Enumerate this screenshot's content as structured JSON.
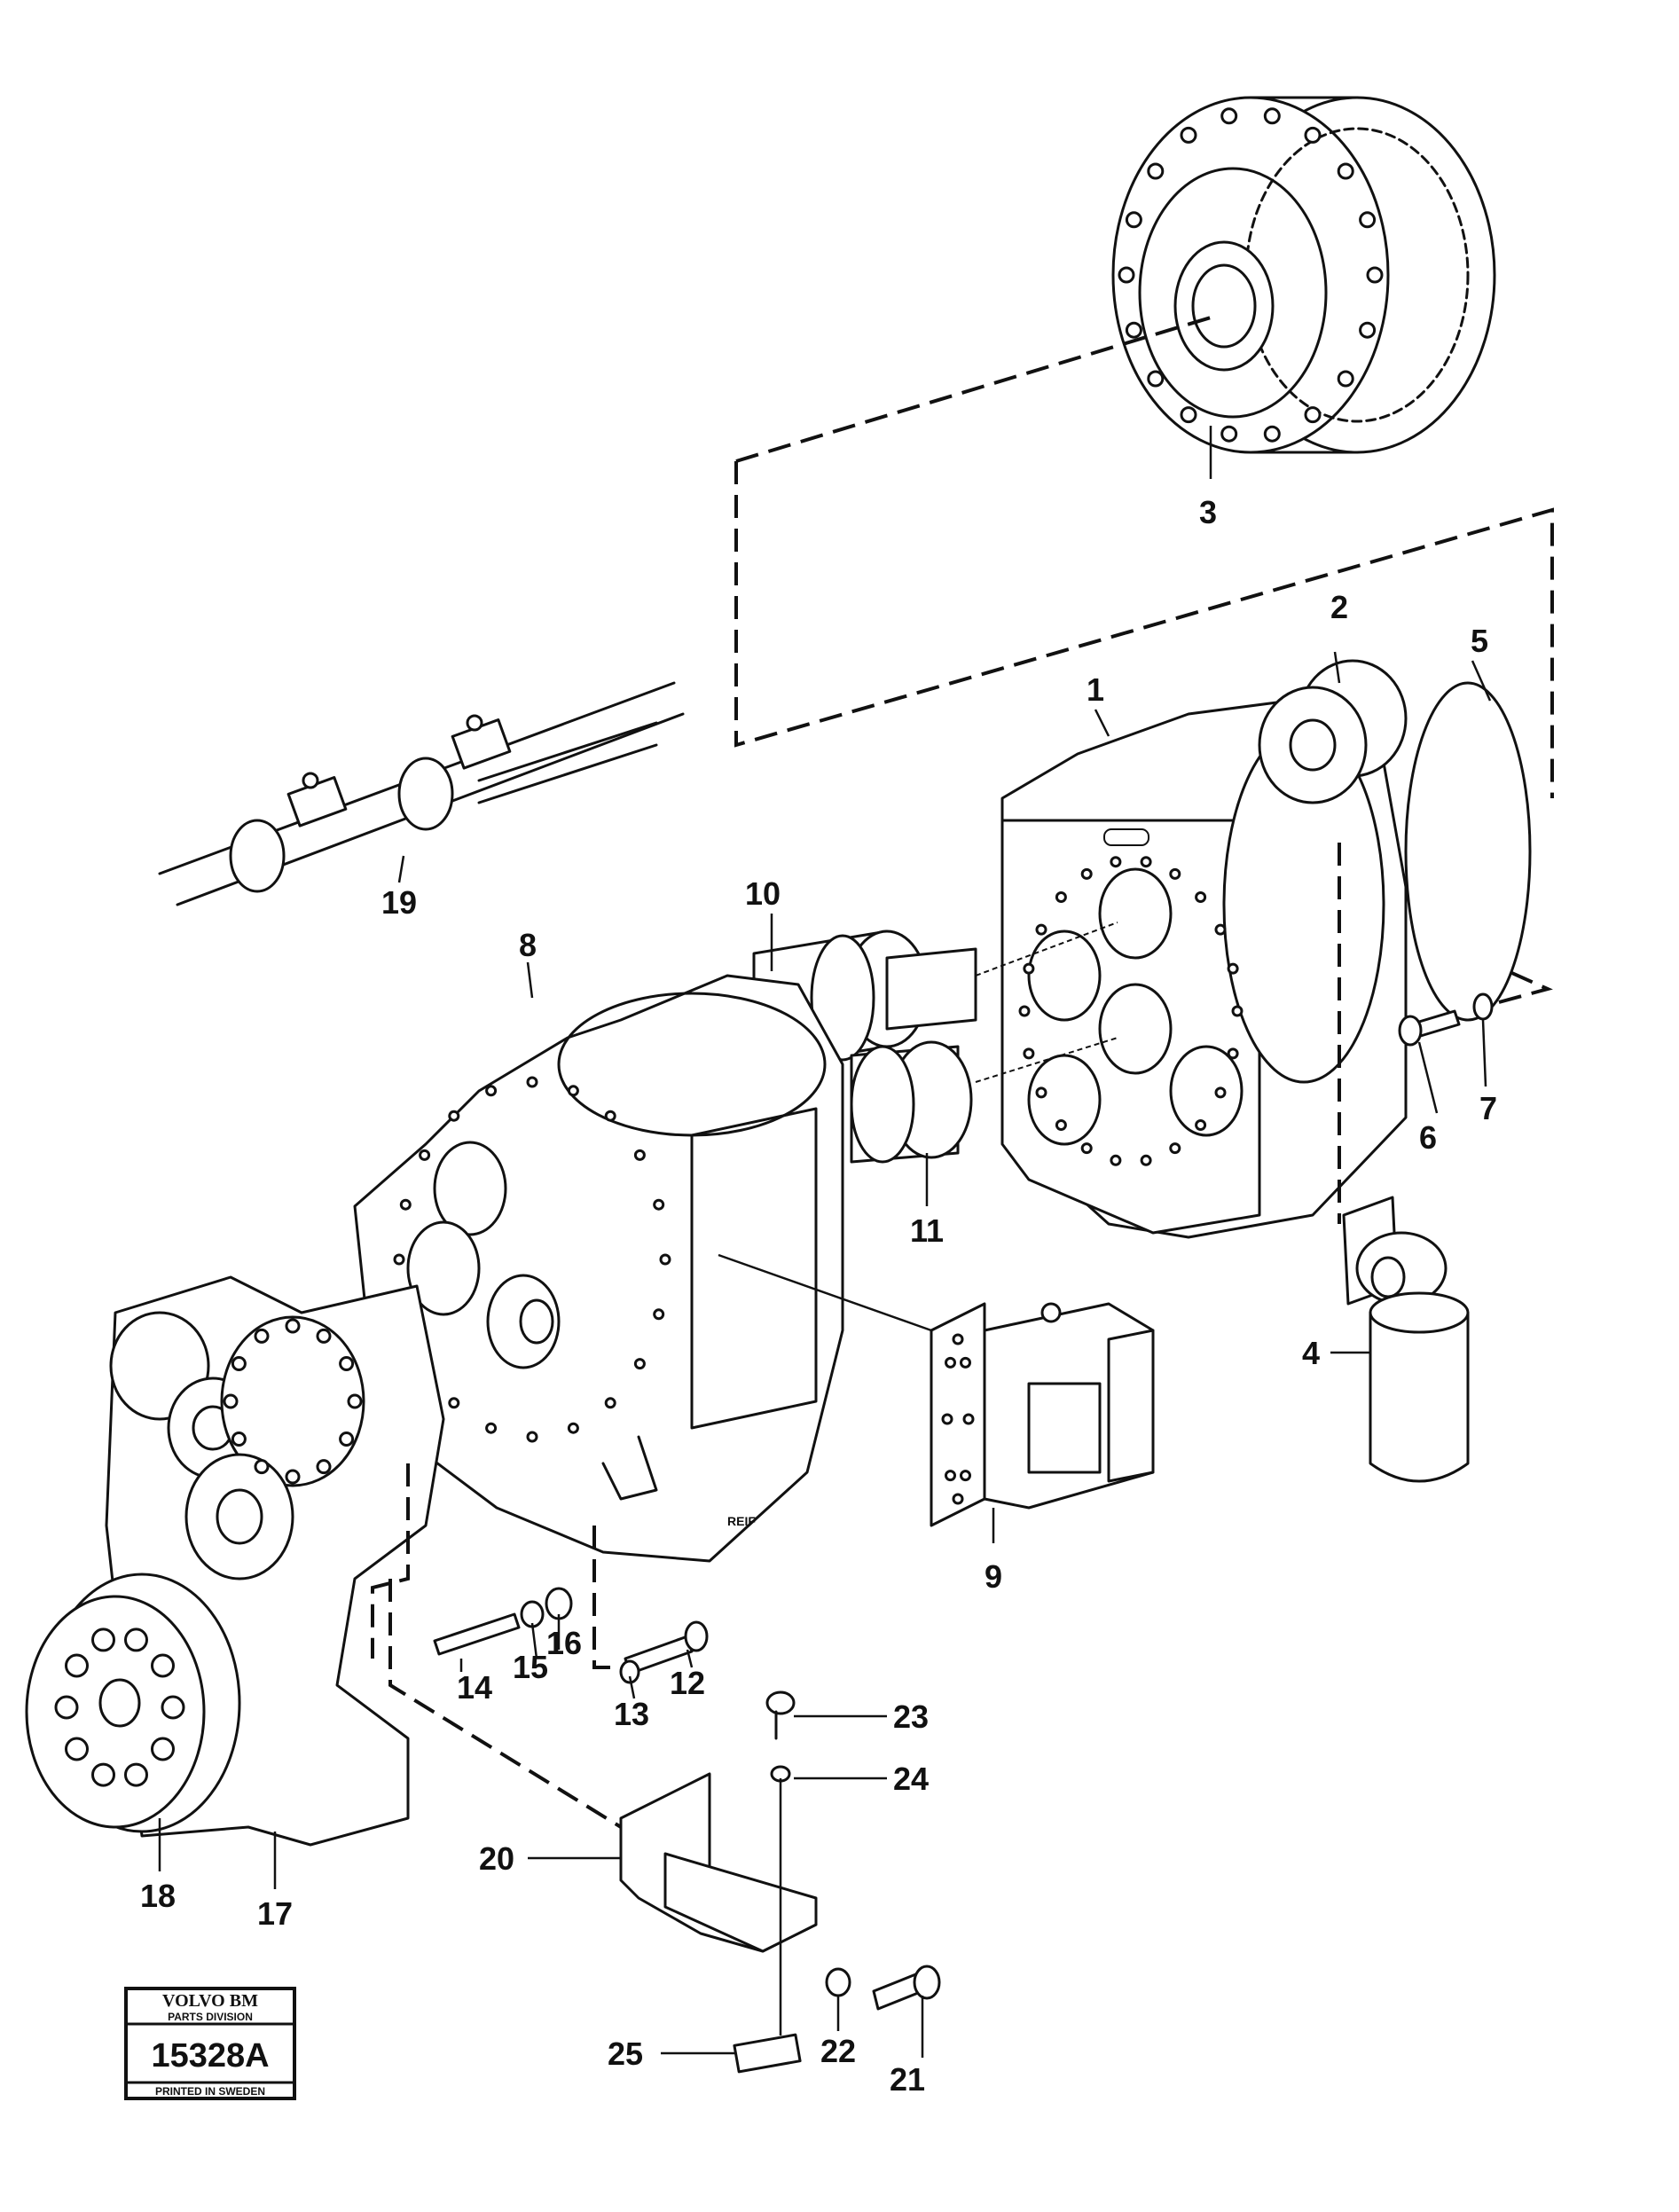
{
  "callouts": [
    {
      "id": "1",
      "label": "1"
    },
    {
      "id": "2",
      "label": "2"
    },
    {
      "id": "3",
      "label": "3"
    },
    {
      "id": "4",
      "label": "4"
    },
    {
      "id": "5",
      "label": "5"
    },
    {
      "id": "6",
      "label": "6"
    },
    {
      "id": "7",
      "label": "7"
    },
    {
      "id": "8",
      "label": "8"
    },
    {
      "id": "9",
      "label": "9"
    },
    {
      "id": "10",
      "label": "10"
    },
    {
      "id": "11",
      "label": "11"
    },
    {
      "id": "12",
      "label": "12"
    },
    {
      "id": "13",
      "label": "13"
    },
    {
      "id": "14",
      "label": "14"
    },
    {
      "id": "15",
      "label": "15"
    },
    {
      "id": "16",
      "label": "16"
    },
    {
      "id": "17",
      "label": "17"
    },
    {
      "id": "18",
      "label": "18"
    },
    {
      "id": "19",
      "label": "19"
    },
    {
      "id": "20",
      "label": "20"
    },
    {
      "id": "21",
      "label": "21"
    },
    {
      "id": "22",
      "label": "22"
    },
    {
      "id": "23",
      "label": "23"
    },
    {
      "id": "24",
      "label": "24"
    },
    {
      "id": "25",
      "label": "25"
    }
  ],
  "stamp": {
    "brand": "VOLVO BM",
    "division": "PARTS DIVISION",
    "number": "15328A",
    "footer": "PRINTED IN SWEDEN"
  },
  "casting_mark": "REIF"
}
